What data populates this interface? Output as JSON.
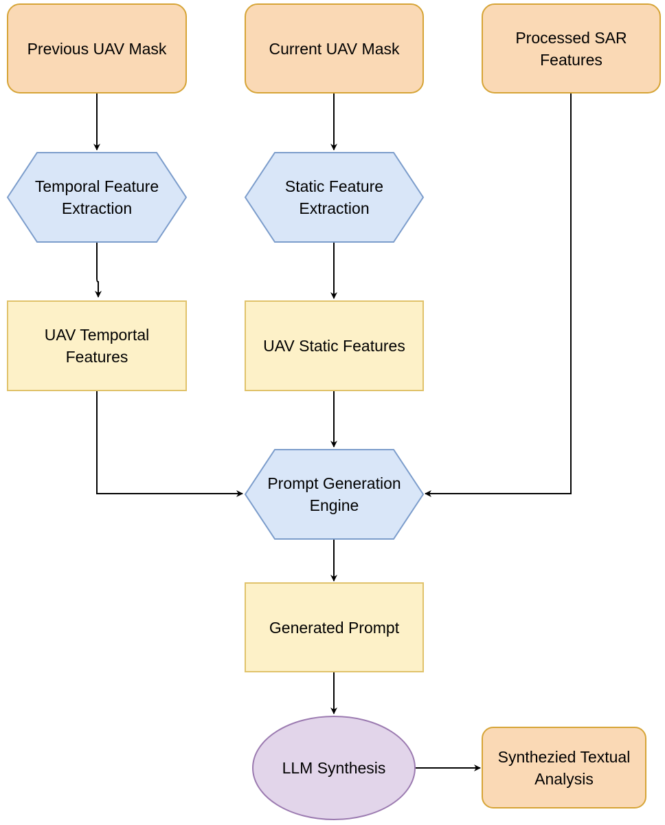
{
  "nodes": {
    "prev_mask": "Previous UAV Mask",
    "curr_mask": "Current UAV Mask",
    "sar": "Processed SAR\nFeatures",
    "temporal_extract": "Temporal Feature\nExtraction",
    "static_extract": "Static Feature\nExtraction",
    "temporal_features": "UAV Temportal\nFeatures",
    "static_features": "UAV Static Features",
    "prompt_engine": "Prompt Generation\nEngine",
    "generated_prompt": "Generated Prompt",
    "llm": "LLM Synthesis",
    "output": "Synthezied Textual\nAnalysis"
  },
  "colors": {
    "input_fill": "#fad9b5",
    "input_stroke": "#d6a436",
    "process_fill": "#d9e6f8",
    "process_stroke": "#7b9ccb",
    "data_fill": "#fdf1c8",
    "data_stroke": "#e0c26a",
    "llm_fill": "#e2d5ea",
    "llm_stroke": "#9b7ab0",
    "edge": "#000000"
  }
}
